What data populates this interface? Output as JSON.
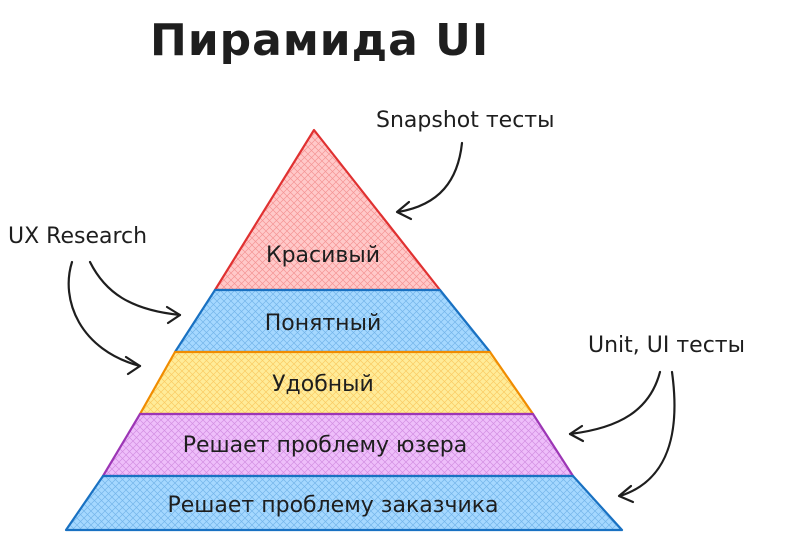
{
  "title": "Пирамида UI",
  "tiers": [
    {
      "label": "Красивый",
      "fill": "#ffc9c9",
      "stroke": "#e03131"
    },
    {
      "label": "Понятный",
      "fill": "#a5d8ff",
      "stroke": "#1971c2"
    },
    {
      "label": "Удобный",
      "fill": "#ffec99",
      "stroke": "#f08c00"
    },
    {
      "label": "Решает проблему юзера",
      "fill": "#eebefa",
      "stroke": "#9c36b5"
    },
    {
      "label": "Решает проблему заказчика",
      "fill": "#a5d8ff",
      "stroke": "#1971c2"
    }
  ],
  "annotations": {
    "snapshot": "Snapshot тесты",
    "ux": "UX Research",
    "unit": "Unit, UI тесты"
  }
}
